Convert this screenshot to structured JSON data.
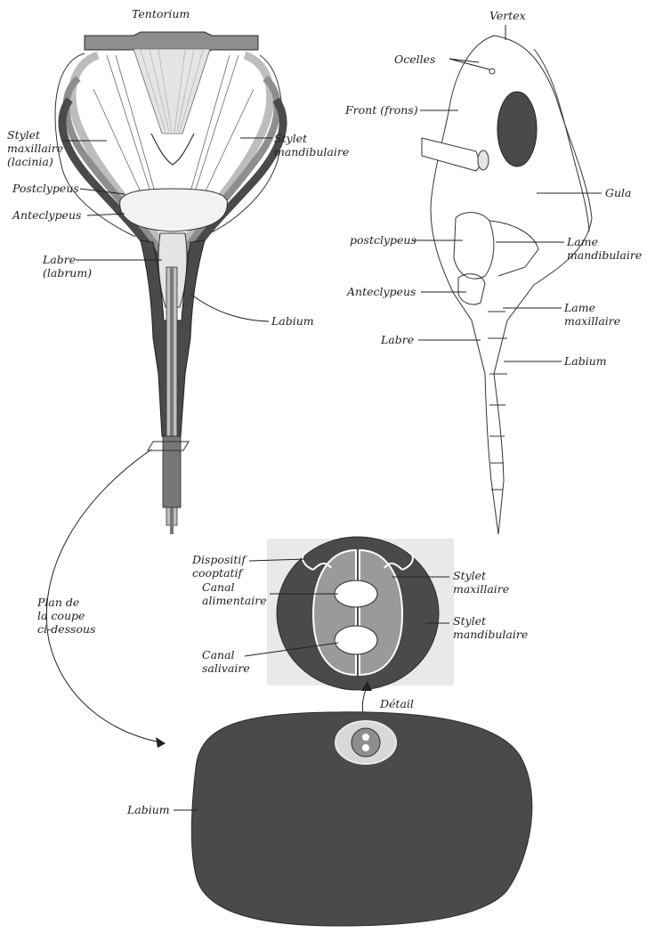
{
  "colors": {
    "dark": "#4a4a4a",
    "mid": "#8e8e8e",
    "light": "#bdbdbd",
    "pale": "#e4e4e4",
    "outline": "#2b2b2b"
  },
  "left_view": {
    "labels": {
      "tentorium": "Tentorium",
      "stylet_maxillaire": [
        "Stylet",
        "maxillaire",
        "(lacinia)"
      ],
      "stylet_mandibulaire": [
        "Stylet",
        "mandibulaire"
      ],
      "postclypeus": "Postclypeus",
      "anteclypeus": "Anteclypeus",
      "labre": [
        "Labre",
        "(labrum)"
      ],
      "labium": "Labium"
    }
  },
  "right_view": {
    "labels": {
      "vertex": "Vertex",
      "ocelles": "Ocelles",
      "front": "Front (frons)",
      "gula": "Gula",
      "postclypeus": "postclypeus",
      "lame_mandibulaire": [
        "Lame",
        "mandibulaire"
      ],
      "anteclypeus": "Anteclypeus",
      "lame_maxillaire": [
        "Lame",
        "maxillaire"
      ],
      "labre": "Labre",
      "labium": "Labium"
    }
  },
  "section": {
    "plan_label": [
      "Plan de",
      "la coupe",
      "ci-dessous"
    ],
    "detail_label": "Détail",
    "labels": {
      "dispositif": [
        "Dispositif",
        "cooptatif"
      ],
      "canal_alimentaire": [
        "Canal",
        "alimentaire"
      ],
      "canal_salivaire": [
        "Canal",
        "salivaire"
      ],
      "stylet_maxillaire": [
        "Stylet",
        "maxillaire"
      ],
      "stylet_mandibulaire": [
        "Stylet",
        "mandibulaire"
      ],
      "labium": "Labium"
    }
  }
}
